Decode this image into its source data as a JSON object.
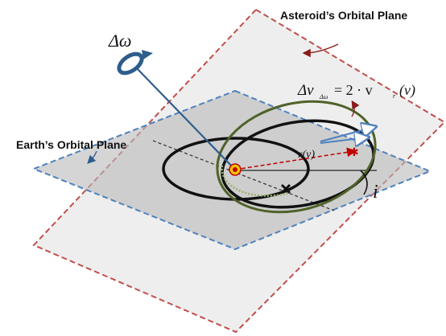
{
  "labels": {
    "asteroid_plane": "Asteroid’s Orbital Plane",
    "earth_plane": "Earth’s Orbital Plane",
    "delta_omega": "Δω",
    "delta_v": "Δv",
    "delta_v_subscript": "Δω",
    "equation_rhs": "= 2 · v",
    "v_r_subscript": "r",
    "v_r_argument": "(ν)",
    "radius": "r(ν)",
    "inclination": "i"
  },
  "colors": {
    "asteroid_plane_border": "#c0504d",
    "earth_plane_border": "#4f81bd",
    "rotation_axis": "#2e5d8c",
    "original_orbit": "#000000",
    "rotated_orbit": "#4f6228",
    "velocity_vector": "#4f81bd",
    "radius_line": "#c00000",
    "sun": "#f5c400"
  },
  "icons": {
    "sun": "sun-icon",
    "node_marker": "cross-icon",
    "rotation_arrow": "curved-arrow-icon"
  }
}
